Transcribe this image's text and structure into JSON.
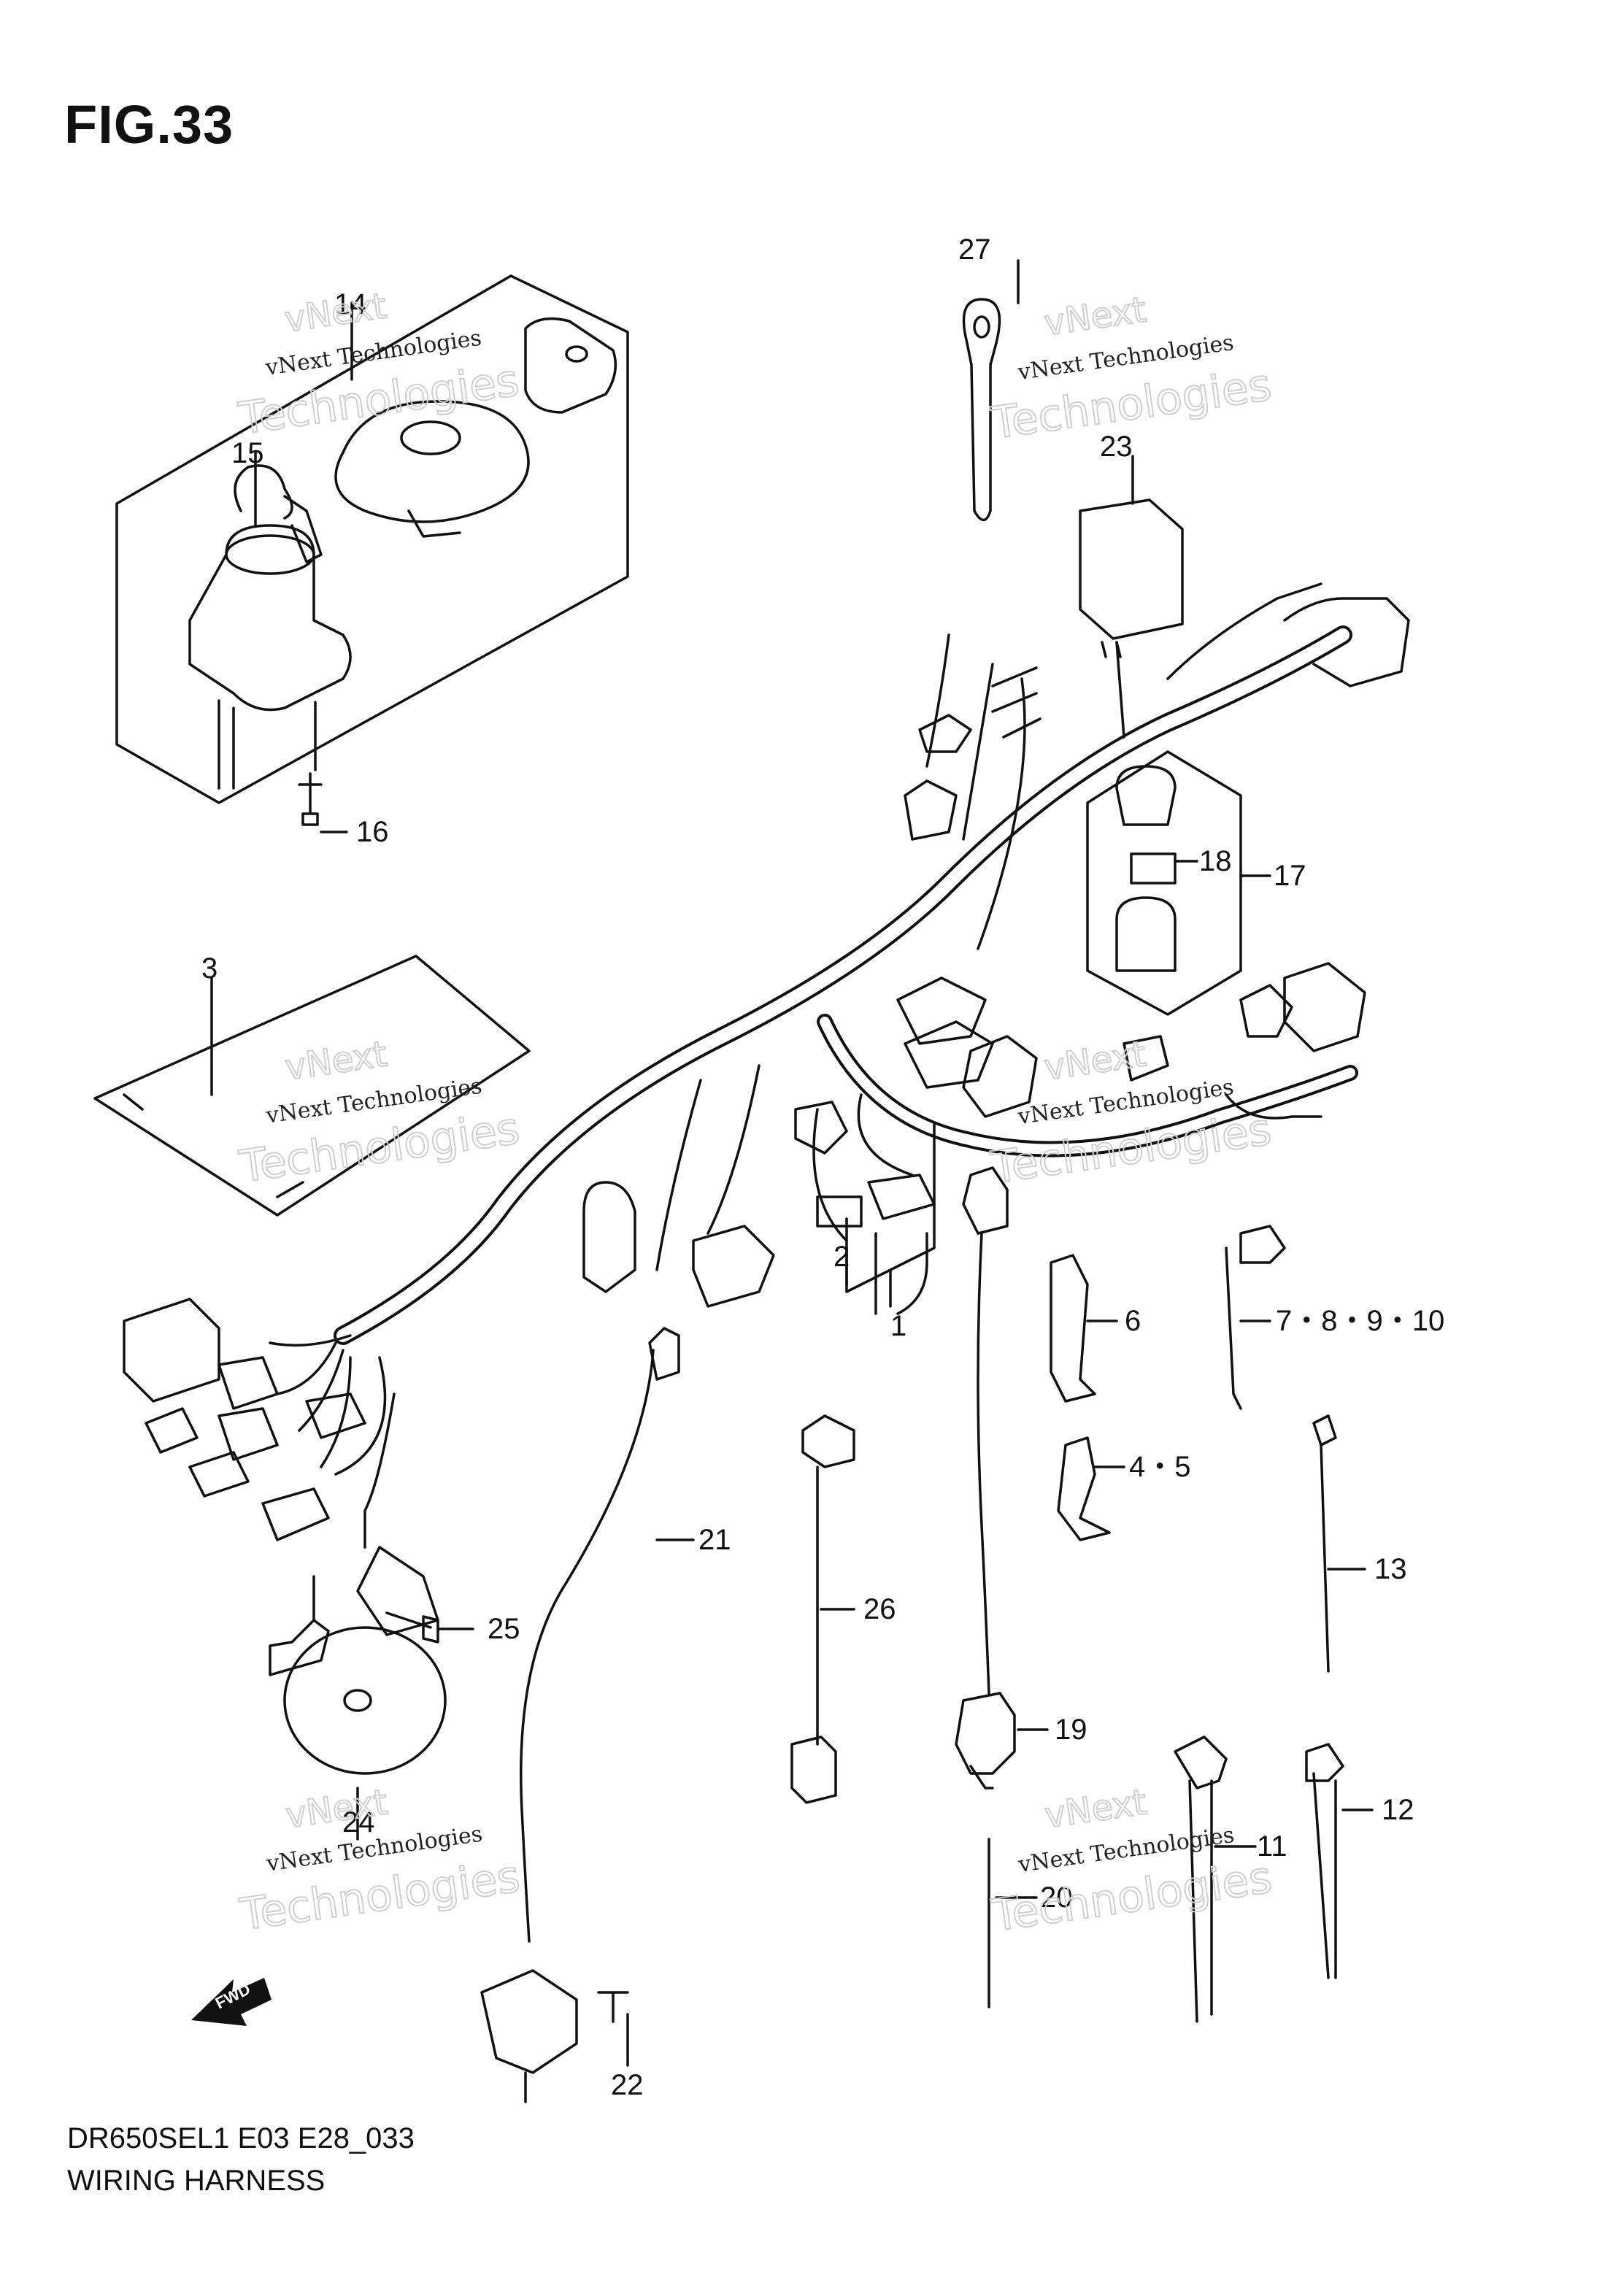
{
  "figure": {
    "label": "FIG.33",
    "code": "DR650SEL1 E03 E28_033",
    "name": "WIRING HARNESS"
  },
  "watermark": {
    "line1": "vNext Technologies",
    "line2": "Technologies",
    "line3": "vNext"
  },
  "direction_label": "FWD",
  "callouts": [
    {
      "id": "c1",
      "text": "1"
    },
    {
      "id": "c2",
      "text": "2"
    },
    {
      "id": "c3",
      "text": "3"
    },
    {
      "id": "c45",
      "text": "4・5"
    },
    {
      "id": "c6",
      "text": "6"
    },
    {
      "id": "c710",
      "text": "7・8・9・10"
    },
    {
      "id": "c11",
      "text": "11"
    },
    {
      "id": "c12",
      "text": "12"
    },
    {
      "id": "c13",
      "text": "13"
    },
    {
      "id": "c14",
      "text": "14"
    },
    {
      "id": "c15",
      "text": "15"
    },
    {
      "id": "c16",
      "text": "16"
    },
    {
      "id": "c17",
      "text": "17"
    },
    {
      "id": "c18",
      "text": "18"
    },
    {
      "id": "c19",
      "text": "19"
    },
    {
      "id": "c20",
      "text": "20"
    },
    {
      "id": "c21",
      "text": "21"
    },
    {
      "id": "c22",
      "text": "22"
    },
    {
      "id": "c23",
      "text": "23"
    },
    {
      "id": "c24",
      "text": "24"
    },
    {
      "id": "c25",
      "text": "25"
    },
    {
      "id": "c26",
      "text": "26"
    },
    {
      "id": "c27",
      "text": "27"
    }
  ],
  "colors": {
    "line": "#111111",
    "paper": "#ffffff",
    "watermark": "#cfcfcf"
  }
}
